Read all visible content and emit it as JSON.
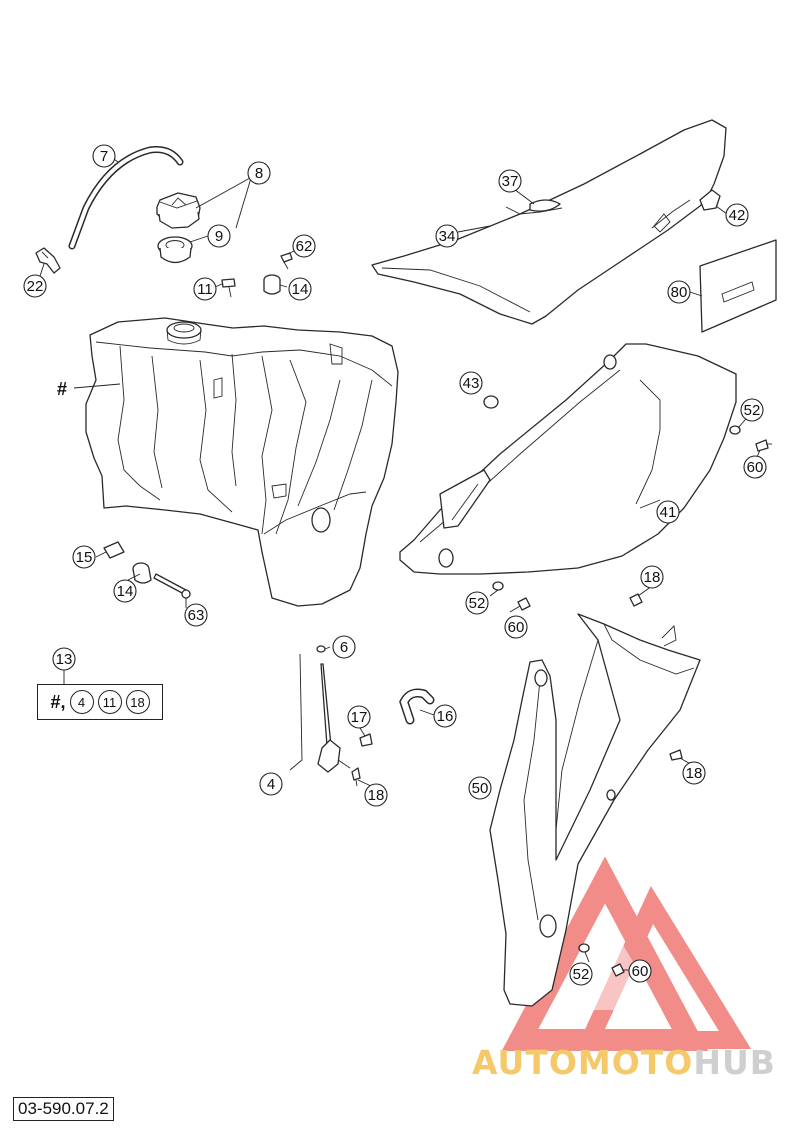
{
  "callouts": [
    "7",
    "8",
    "9",
    "22",
    "62",
    "11",
    "14",
    "37",
    "34",
    "42",
    "80",
    "43",
    "52",
    "60",
    "41",
    "15",
    "14",
    "63",
    "18",
    "52",
    "60",
    "13",
    "6",
    "17",
    "16",
    "4",
    "18",
    "18",
    "50",
    "52",
    "60"
  ],
  "tank_marker": "#",
  "kit_box": {
    "hash": "#,",
    "items": [
      "4",
      "11",
      "18"
    ]
  },
  "ref_code": "03-590.07.2",
  "watermark": {
    "part1": "AUTOMOTO",
    "part2": "HUB"
  },
  "colors": {
    "line": "#2a2a2a",
    "watermark_red": "#e8413a",
    "watermark_yellow": "#f5c96a",
    "watermark_gray": "#cfcfcf"
  }
}
